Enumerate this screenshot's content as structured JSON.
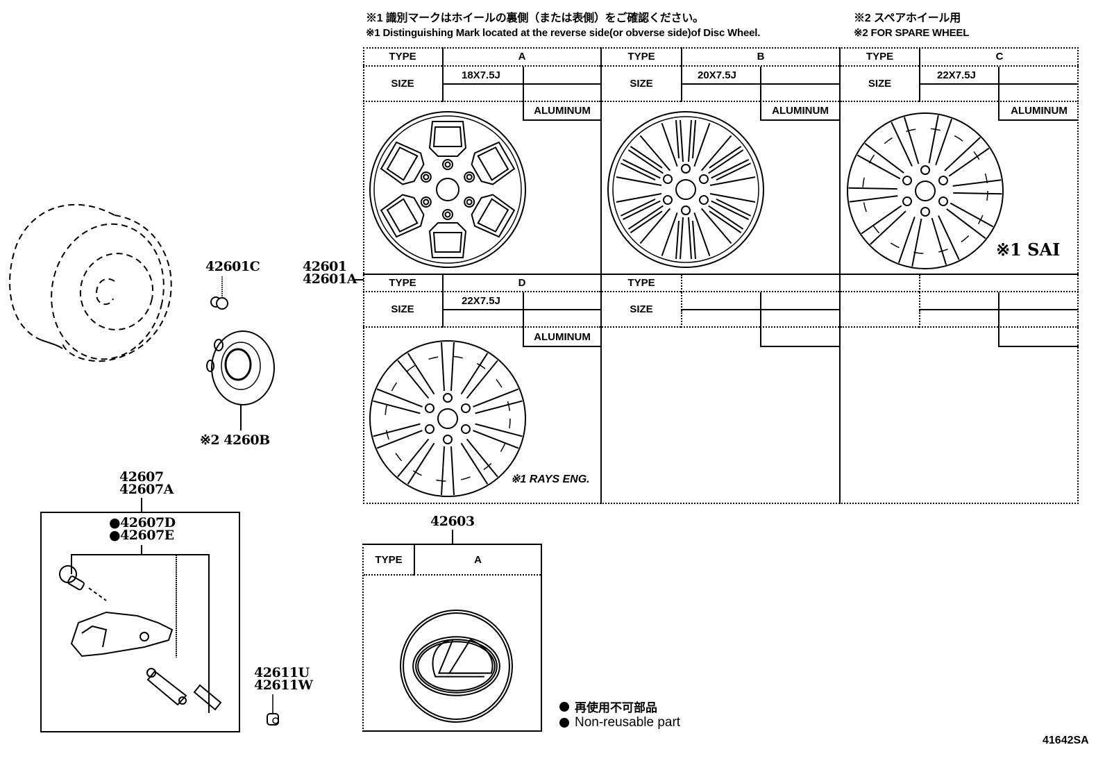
{
  "notes": {
    "note1_jp": "※1 識別マークはホイールの裏側（または表側）をご確認ください。",
    "note1_en": "※1 Distinguishing Mark located at the reverse side(or obverse side)of Disc Wheel.",
    "note2_jp": "※2  スペアホイール用",
    "note2_en": "※2  FOR SPARE WHEEL"
  },
  "parts": {
    "wheel_group": [
      "42601",
      "42601A"
    ],
    "ornament_bolt": "42601C",
    "spare_wheel": "※2 4260B",
    "tpms_group": [
      "42607",
      "42607A"
    ],
    "tpms_nonreusable": [
      "●42607D",
      "●42607E"
    ],
    "valve_cap": [
      "42611U",
      "42611W"
    ],
    "center_cap": "42603"
  },
  "wheel_table": {
    "header_type": "TYPE",
    "header_size": "SIZE",
    "cells": [
      {
        "type": "A",
        "size": "18X7.5J",
        "material": "ALUMINUM",
        "mark": ""
      },
      {
        "type": "B",
        "size": "20X7.5J",
        "material": "ALUMINUM",
        "mark": ""
      },
      {
        "type": "C",
        "size": "22X7.5J",
        "material": "ALUMINUM",
        "mark": "※1 SAI"
      },
      {
        "type": "D",
        "size": "22X7.5J",
        "material": "ALUMINUM",
        "mark": "※1 RAYS ENG."
      },
      {
        "type": "",
        "size": "",
        "material": "",
        "mark": ""
      },
      {
        "type": "",
        "size": "",
        "material": "",
        "mark": ""
      }
    ]
  },
  "cap_table": {
    "header_type": "TYPE",
    "type_value": "A"
  },
  "legend": {
    "jp": "再使用不可部品",
    "en": "Non-reusable part"
  },
  "illustration_id": "41642SA"
}
